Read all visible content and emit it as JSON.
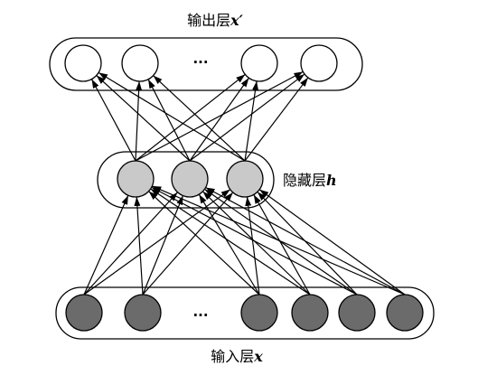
{
  "diagram": {
    "output_layer": {
      "label": "输出层",
      "variable": "x′",
      "ellipsis": "..."
    },
    "hidden_layer": {
      "label": "隐藏层",
      "variable": "h"
    },
    "input_layer": {
      "label": "输入层",
      "variable": "x",
      "ellipsis": "..."
    }
  },
  "colors": {
    "output_node": "#ffffff",
    "hidden_node": "#c9c9c9",
    "input_node": "#6b6b6b",
    "edge": "#000000"
  }
}
